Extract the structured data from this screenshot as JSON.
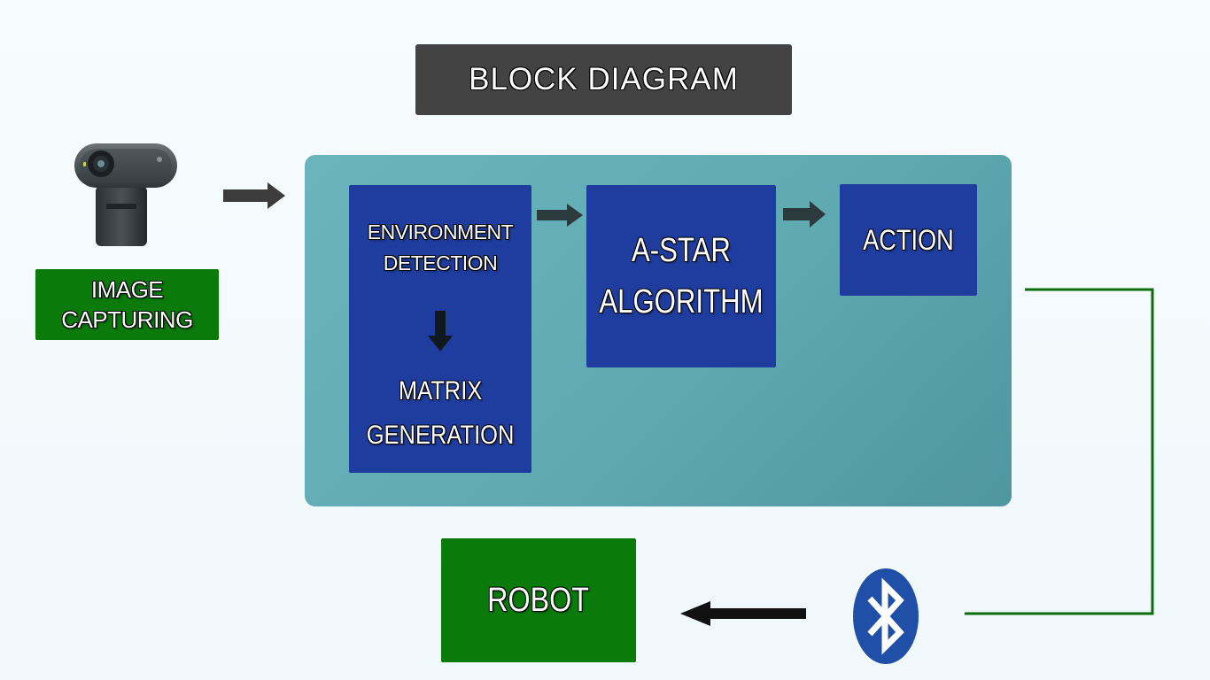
{
  "title": "BLOCK DIAGRAM",
  "input": {
    "icon": "webcam-icon",
    "label_lines": [
      "IMAGE",
      "CAPTURING"
    ]
  },
  "processing": {
    "environment": {
      "label_lines": [
        "ENVIRONMENT",
        "DETECTION"
      ]
    },
    "matrix": {
      "label_lines": [
        "MATRIX",
        "GENERATION"
      ]
    },
    "algorithm": {
      "label_lines": [
        "A-STAR",
        "ALGORITHM"
      ]
    },
    "action": {
      "label": "ACTION"
    }
  },
  "output": {
    "icon": "bluetooth-icon",
    "robot_label": "ROBOT"
  },
  "colors": {
    "title_bg": "#434343",
    "green": "#0a7a0a",
    "panel_teal": "#5fa9b2",
    "block_blue": "#1f3d9e",
    "arrow_gray": "#3c3c3c",
    "bluetooth_blue": "#1f4fa6"
  }
}
